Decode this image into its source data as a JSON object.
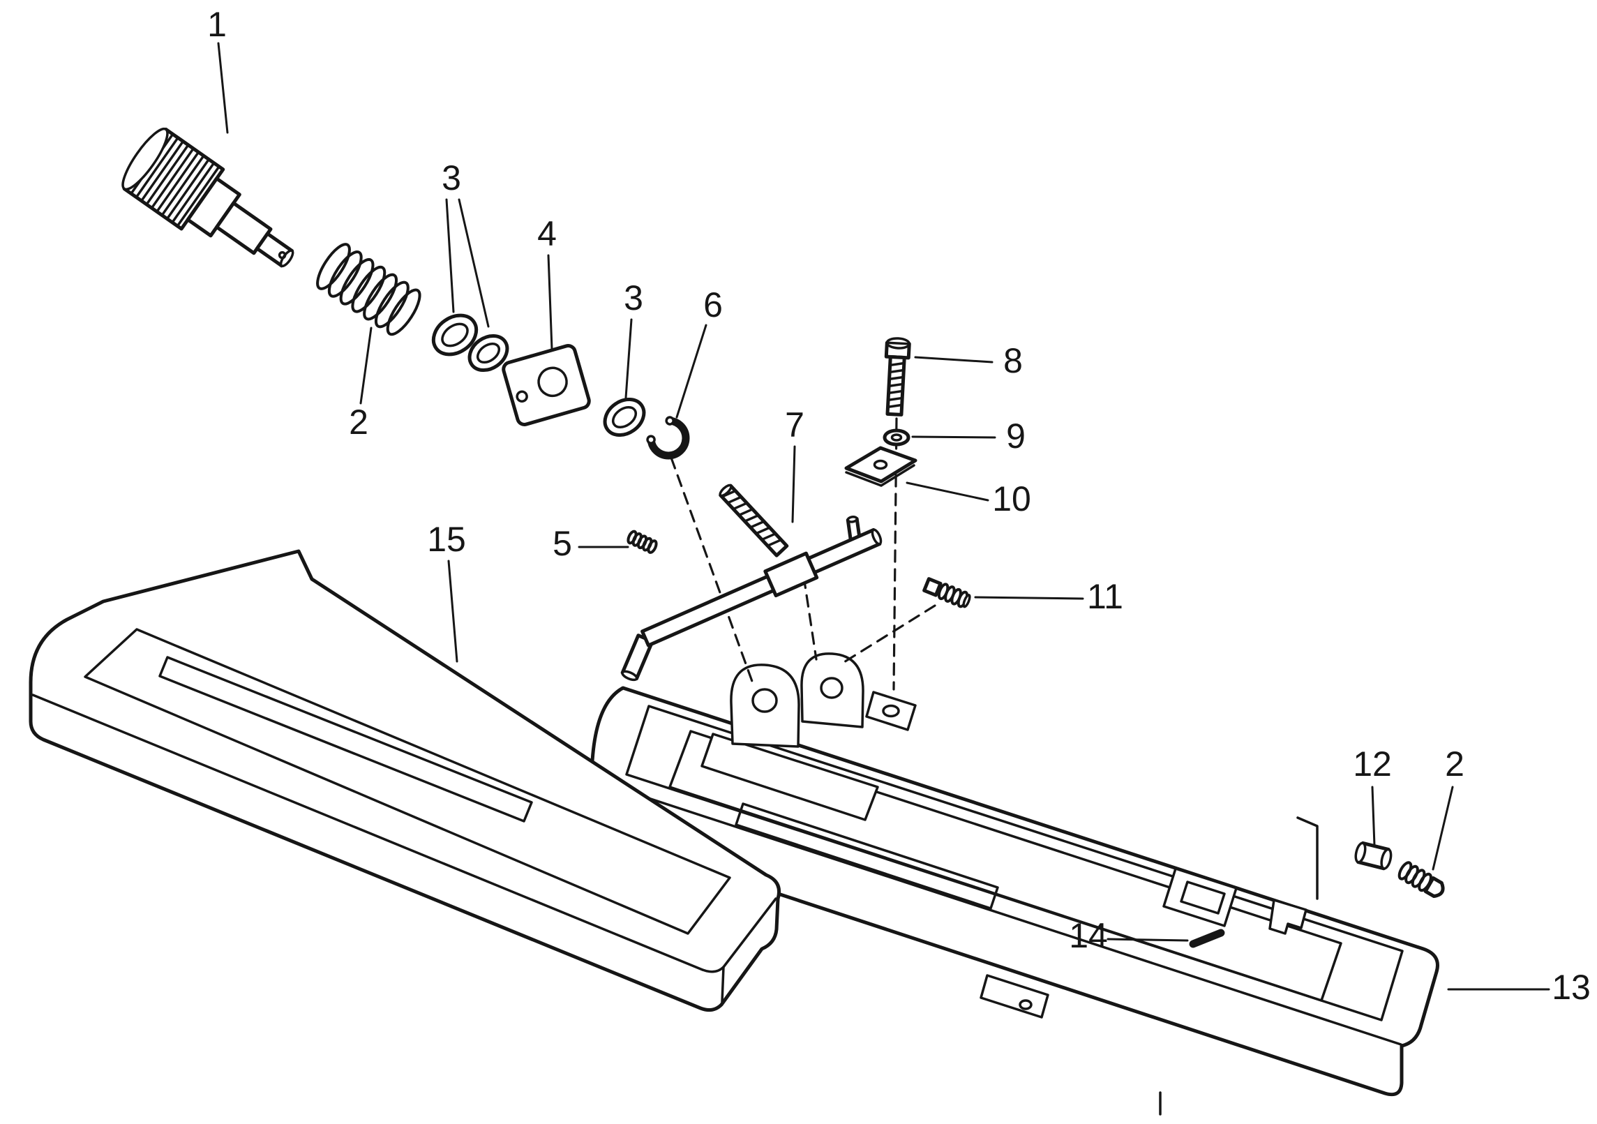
{
  "diagram": {
    "background_color": "#ffffff",
    "line_color": "#161616",
    "callouts": [
      {
        "id": "1",
        "label": "1"
      },
      {
        "id": "2a",
        "label": "2"
      },
      {
        "id": "3a",
        "label": "3"
      },
      {
        "id": "4",
        "label": "4"
      },
      {
        "id": "3b",
        "label": "3"
      },
      {
        "id": "6",
        "label": "6"
      },
      {
        "id": "5",
        "label": "5"
      },
      {
        "id": "7",
        "label": "7"
      },
      {
        "id": "8",
        "label": "8"
      },
      {
        "id": "9",
        "label": "9"
      },
      {
        "id": "10",
        "label": "10"
      },
      {
        "id": "11",
        "label": "11"
      },
      {
        "id": "12",
        "label": "12"
      },
      {
        "id": "2b",
        "label": "2"
      },
      {
        "id": "13",
        "label": "13"
      },
      {
        "id": "14",
        "label": "14"
      },
      {
        "id": "15",
        "label": "15"
      }
    ]
  }
}
